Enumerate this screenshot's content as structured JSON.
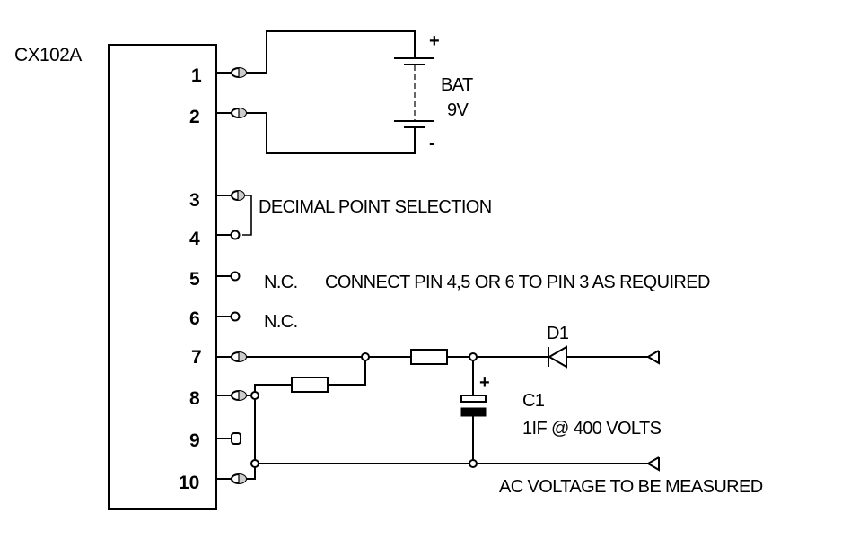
{
  "diagram": {
    "chip_label": "CX102A",
    "pins": [
      {
        "number": "1",
        "connector": "socket"
      },
      {
        "number": "2",
        "connector": "socket"
      },
      {
        "number": "3",
        "connector": "socket"
      },
      {
        "number": "4",
        "connector": "open"
      },
      {
        "number": "5",
        "connector": "open"
      },
      {
        "number": "6",
        "connector": "open"
      },
      {
        "number": "7",
        "connector": "socket"
      },
      {
        "number": "8",
        "connector": "socket"
      },
      {
        "number": "9",
        "connector": "open"
      },
      {
        "number": "10",
        "connector": "socket"
      }
    ],
    "battery": {
      "label": "BAT",
      "voltage": "9V",
      "plus": "+",
      "minus": "-"
    },
    "notes": {
      "decimal_point": "DECIMAL POINT SELECTION",
      "nc_5": "N.C.",
      "nc_6": "N.C.",
      "connect_instruction": "CONNECT PIN 4,5 OR 6 TO PIN 3 AS REQUIRED"
    },
    "diode": {
      "label": "D1"
    },
    "capacitor": {
      "label": "C1",
      "value": "1IF @ 400 VOLTS",
      "plus": "+"
    },
    "input_label": "AC VOLTAGE TO BE MEASURED"
  }
}
